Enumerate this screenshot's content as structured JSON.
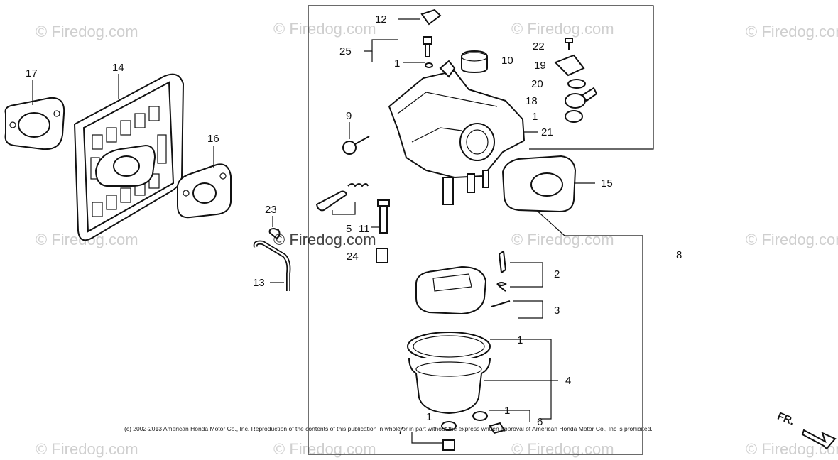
{
  "watermark_text": "© Firedog.com",
  "copyright": "(c) 2002-2013 American Honda Motor Co., Inc. Reproduction of the contents of this publication in whole or in part without the express written approval of American Honda Motor Co., Inc is prohibited.",
  "direction_label": "FR.",
  "callouts": {
    "c1a": "1",
    "c1b": "1",
    "c1c": "1",
    "c1d": "1",
    "c1e": "1",
    "c2": "2",
    "c3": "3",
    "c4": "4",
    "c5": "5",
    "c6": "6",
    "c7": "7",
    "c8": "8",
    "c9": "9",
    "c10": "10",
    "c11": "11",
    "c12": "12",
    "c13": "13",
    "c14": "14",
    "c15": "15",
    "c16": "16",
    "c17": "17",
    "c18": "18",
    "c19": "19",
    "c20": "20",
    "c21": "21",
    "c22": "22",
    "c23": "23",
    "c24": "24",
    "c25": "25"
  },
  "colors": {
    "line": "#111111",
    "watermark": "#cfcfcf",
    "background": "#ffffff"
  }
}
